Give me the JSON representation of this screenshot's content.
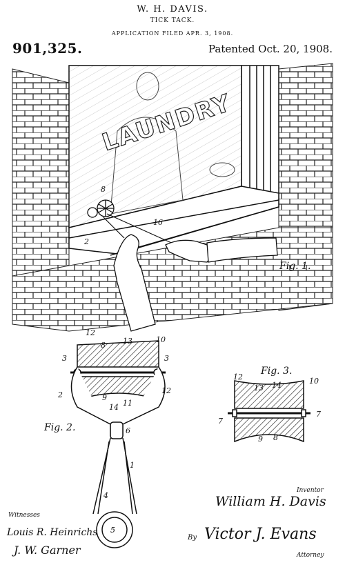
{
  "header": {
    "inventor": "W. H. DAVIS.",
    "title": "TICK TACK.",
    "application": "APPLICATION FILED APR. 3, 1908.",
    "patent_number": "901,325.",
    "patented": "Patented Oct. 20, 1908."
  },
  "figure1": {
    "sign_text": "LAUNDRY",
    "label": "Fig. 1.",
    "refs": [
      "8",
      "2",
      "16"
    ]
  },
  "figure2": {
    "label": "Fig. 2.",
    "refs": [
      "12",
      "8",
      "13",
      "10",
      "3",
      "3",
      "2",
      "9",
      "14",
      "11",
      "12",
      "6",
      "1",
      "4",
      "5"
    ]
  },
  "figure3": {
    "label": "Fig. 3.",
    "refs": [
      "12",
      "10",
      "13",
      "14",
      "7",
      "7",
      "9",
      "8"
    ]
  },
  "signatures": {
    "inventor_caption": "Inventor",
    "inventor_name": "William H. Davis",
    "witnesses_caption": "Witnesses",
    "witness_1": "Louis R. Heinrichs",
    "witness_2": "J. W. Garner",
    "by": "By",
    "attorney_name": "Victor J. Evans",
    "attorney_caption": "Attorney"
  }
}
